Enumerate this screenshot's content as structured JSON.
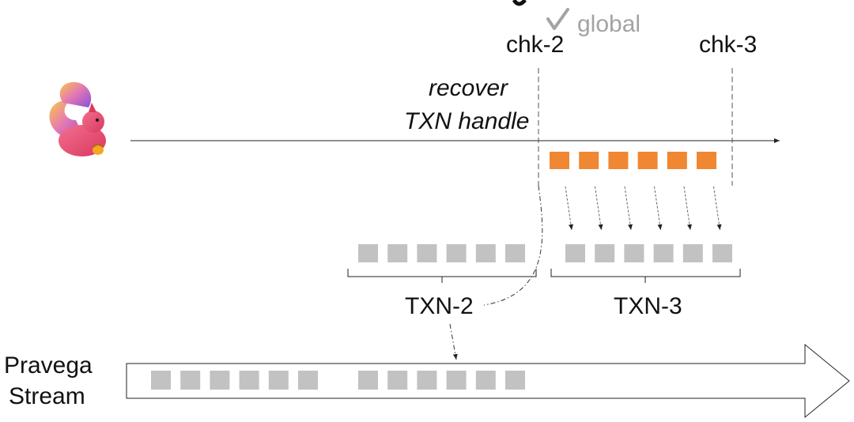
{
  "checkpoints": [
    {
      "label": "chk-2",
      "status_icon": "check-icon",
      "status_text": "global"
    },
    {
      "label": "chk-3"
    }
  ],
  "annotation": {
    "line1": "recover",
    "line2": "TXN handle"
  },
  "mascot": {
    "icon": "squirrel-logo-icon"
  },
  "transactions": [
    {
      "label": "TXN-2",
      "event_count": 6,
      "color": "#c2c2c2"
    },
    {
      "label": "TXN-3",
      "event_count": 6,
      "color": "#c2c2c2"
    }
  ],
  "pending_events": {
    "count": 6,
    "color": "#f08732"
  },
  "stream": {
    "line1": "Pravega",
    "line2": "Stream",
    "event_groups": [
      6,
      6
    ],
    "color": "#c2c2c2"
  }
}
